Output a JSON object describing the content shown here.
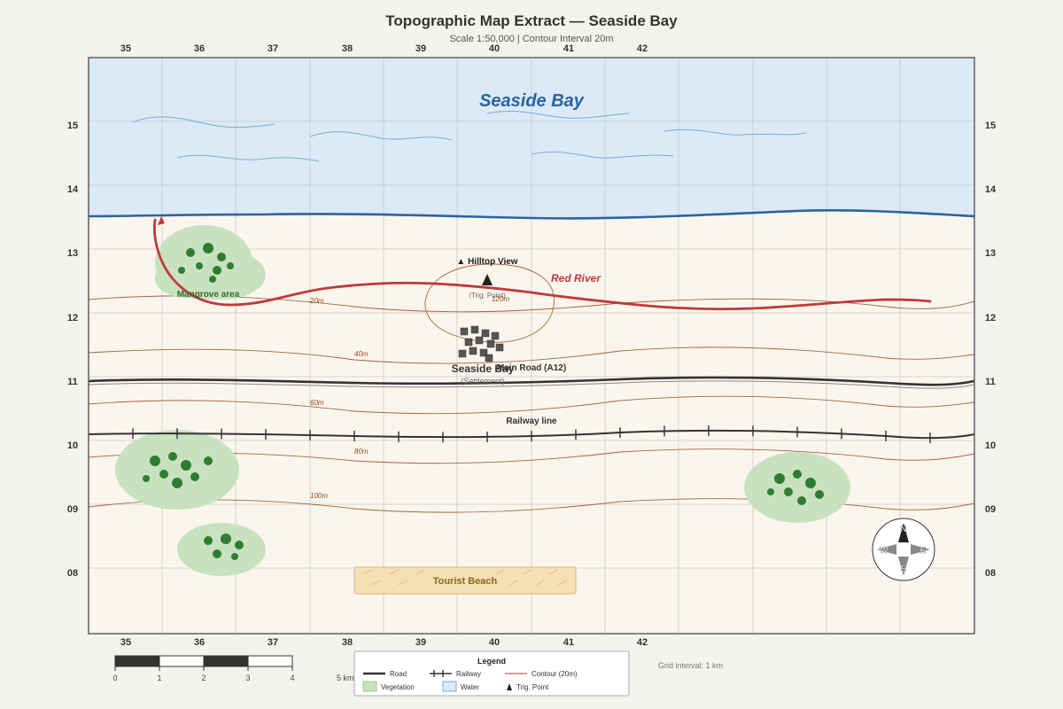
{
  "map": {
    "title": "Topographic Map Extract — Seaside Bay",
    "subtitle": "Scale 1:50,000 | Contour Interval 20m",
    "grid_interval_note": "Grid interval: 1 km"
  },
  "grid": {
    "eastings": [
      "35",
      "36",
      "37",
      "38",
      "39",
      "40",
      "41",
      "42"
    ],
    "northings": [
      "15",
      "14",
      "13",
      "12",
      "11",
      "10",
      "09",
      "08"
    ]
  },
  "labels": {
    "bay": "Seaside Bay",
    "hilltop": "▲ Hilltop View",
    "trig": "(Trig. Point)",
    "river": "Red River",
    "mangrove": "Mangrove area",
    "settlement_name": "Seaside Bay",
    "settlement_type": "(Settlement)",
    "main_road": "Main Road (A12)",
    "railway": "Railway line",
    "beach": "Tourist Beach",
    "contours": [
      "20m",
      "40m",
      "60m",
      "80m",
      "100m",
      "120m"
    ]
  },
  "compass": {
    "n": "N",
    "s": "S",
    "e": "E",
    "w": "W"
  },
  "scale_bar": {
    "ticks": [
      "0",
      "1",
      "2",
      "3",
      "4"
    ],
    "end_label": "5 km"
  },
  "legend": {
    "title": "Legend",
    "items": [
      "Road",
      "Railway",
      "Contour (20m)",
      "Vegetation",
      "Water",
      "Trig. Point"
    ]
  },
  "colors": {
    "water": "#dce9f7",
    "coast": "#2b64a0",
    "land": "#faf6ee",
    "river": "#c03a3a",
    "contour": "#9a4a1e",
    "road": "#333333",
    "vegetation": "#c8e2c0",
    "trees": "#2e7d32",
    "beach": "#f5dfb4",
    "buildings": "#555555"
  }
}
